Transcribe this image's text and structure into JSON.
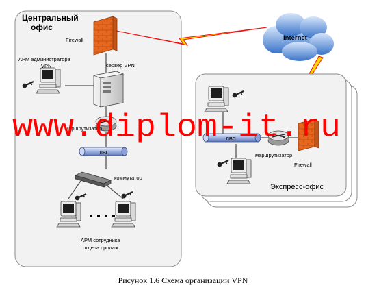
{
  "central_office": {
    "title_line1": "Центральный",
    "title_line2": "офис",
    "firewall": "Firewall",
    "vpn_server": "сервер VPN",
    "admin_line1": "АРМ администратора",
    "admin_line2": "VPN",
    "router": "маршрутизатор",
    "lan": "ЛВС",
    "switch": "коммутатор",
    "staff_line1": "АРМ сотрудника",
    "staff_line2": "отдела продаж"
  },
  "internet": {
    "label": "Internet"
  },
  "express_office": {
    "title": "Экспресс-офис",
    "lan": "ЛВС",
    "router": "маршрутизатор",
    "firewall": "Firewall"
  },
  "watermark": {
    "text": "www.diplom-it.ru",
    "color": "#ff0000"
  },
  "caption": "Рисунок 1.6 Схема организации VPN",
  "colors": {
    "region_fill": "#f2f2f2",
    "firewall": "#e8671e",
    "lightning": "#ffd400",
    "cloud": "#5b8fd6"
  }
}
